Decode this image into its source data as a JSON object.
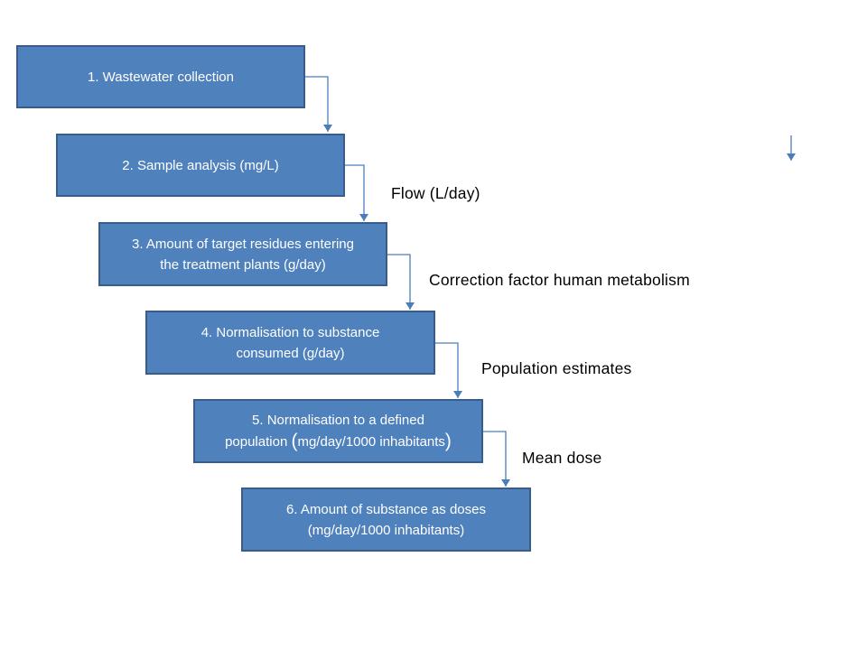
{
  "colors": {
    "box_fill": "#4f81bd",
    "box_border": "#385d8a",
    "box_text": "#ffffff",
    "connector": "#4a7ebb",
    "label_text": "#000000"
  },
  "steps": [
    {
      "lines": [
        "1. Wastewater collection"
      ]
    },
    {
      "lines": [
        "2. Sample analysis (mg/L)"
      ]
    },
    {
      "lines": [
        "3. Amount of target residues entering",
        "the treatment plants (g/day)"
      ]
    },
    {
      "lines": [
        "4. Normalisation to substance",
        "consumed (g/day)"
      ]
    },
    {
      "lines": [
        "5. Normalisation to a defined",
        "population ",
        "(",
        "mg/day/1000 inhabitants",
        ")"
      ]
    },
    {
      "lines": [
        "6. Amount of substance as doses",
        "(mg/day/1000 inhabitants)"
      ]
    }
  ],
  "factors": {
    "flow": "Flow (L/day)",
    "correction": "Correction factor human metabolism",
    "population": "Population estimates",
    "mean_dose": "Mean dose"
  }
}
